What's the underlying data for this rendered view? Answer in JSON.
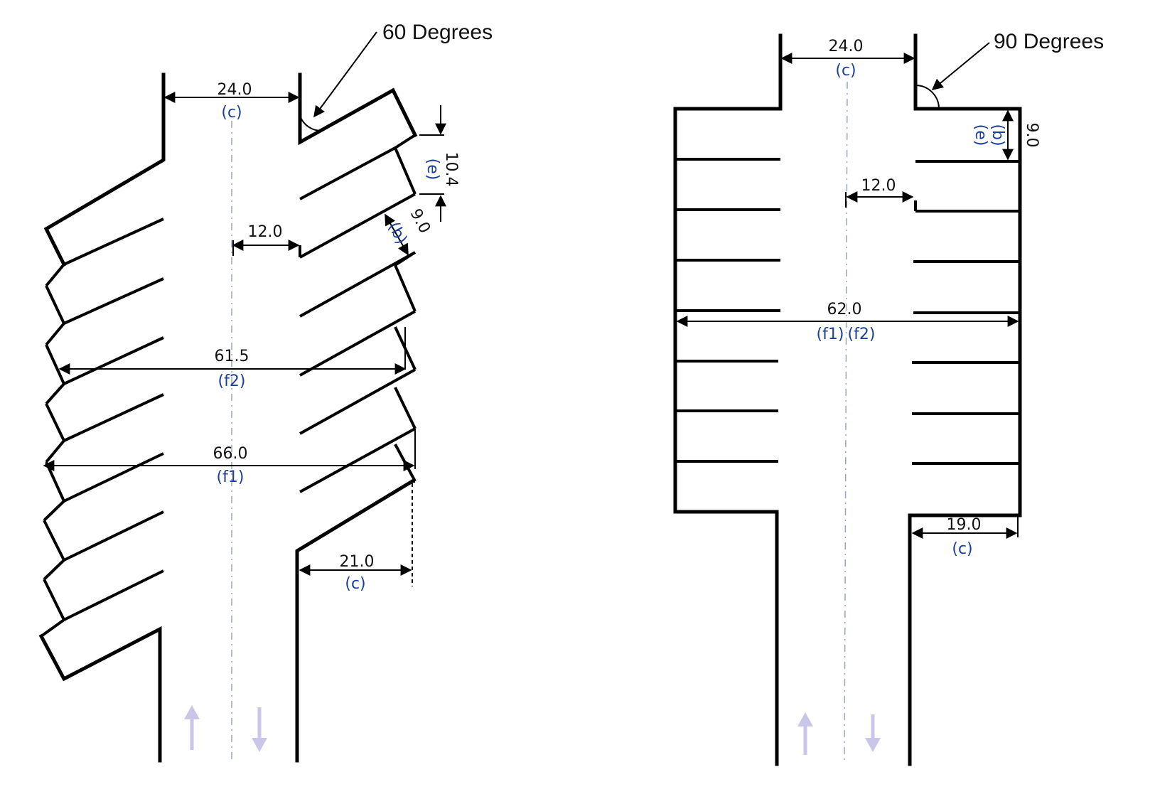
{
  "diagrams": [
    {
      "angle_label": "60 Degrees",
      "dims": {
        "aisle_width": "24.0",
        "aisle_width_code": "(c)",
        "stall_depth_side": "10.4",
        "stall_depth_side_code": "(e)",
        "stall_width": "9.0",
        "stall_width_code": "(b)",
        "half_aisle": "12.0",
        "module_f2": "61.5",
        "module_f2_code": "(f2)",
        "module_f1": "66.0",
        "module_f1_code": "(f1)",
        "stall_projection": "21.0",
        "stall_projection_code": "(c)"
      }
    },
    {
      "angle_label": "90 Degrees",
      "dims": {
        "aisle_width": "24.0",
        "aisle_width_code": "(c)",
        "stall_width": "9.0",
        "stall_width_code_b": "(b)",
        "stall_width_code_e": "(e)",
        "half_aisle": "12.0",
        "module": "62.0",
        "module_code_f1": "(f1)",
        "module_code_f2": "(f2)",
        "stall_depth": "19.0",
        "stall_depth_code": "(c)"
      }
    }
  ],
  "colors": {
    "line": "#000000",
    "code_text": "#1a3f9c",
    "flow_arrow": "#c9c6ea",
    "center_line": "#9aa3c8"
  }
}
